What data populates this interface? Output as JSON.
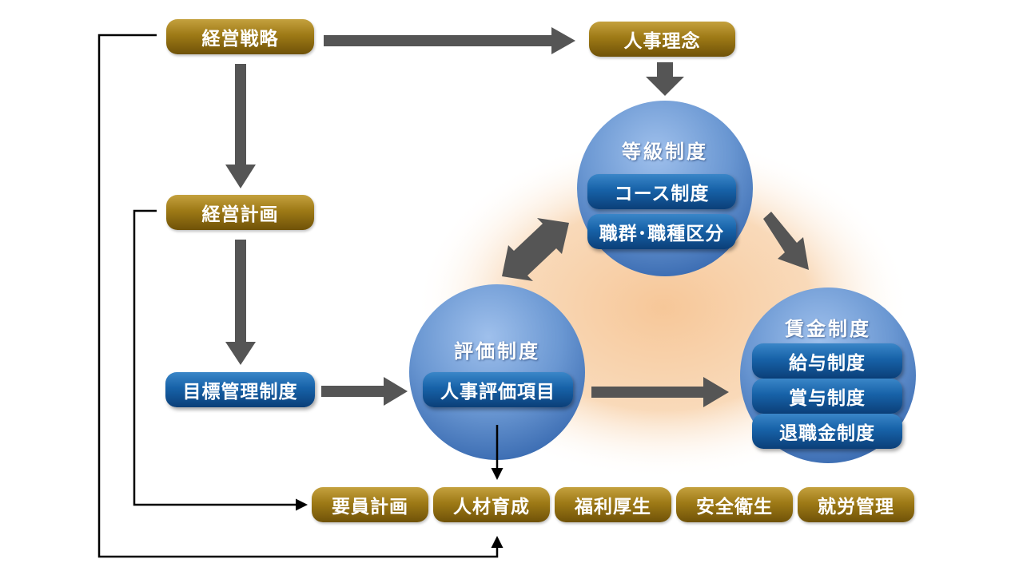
{
  "top": {
    "strategy": "経営戦略",
    "philosophy": "人事理念",
    "plan": "経営計画",
    "mbo": "目標管理制度"
  },
  "grade": {
    "title": "等級制度",
    "items": [
      "コース制度",
      "職群･職種区分"
    ]
  },
  "evaluation": {
    "title": "評価制度",
    "items": [
      "人事評価項目"
    ]
  },
  "wage": {
    "title": "賃金制度",
    "items": [
      "給与制度",
      "賞与制度",
      "退職金制度"
    ]
  },
  "bottom": [
    "要員計画",
    "人材育成",
    "福利厚生",
    "安全衛生",
    "就労管理"
  ],
  "colors": {
    "gold": "#9e7a16",
    "blue": "#1762a8",
    "circle": "#5d8fcf",
    "glow": "#f4c79a",
    "arrow": "#555555",
    "line": "#000000"
  }
}
